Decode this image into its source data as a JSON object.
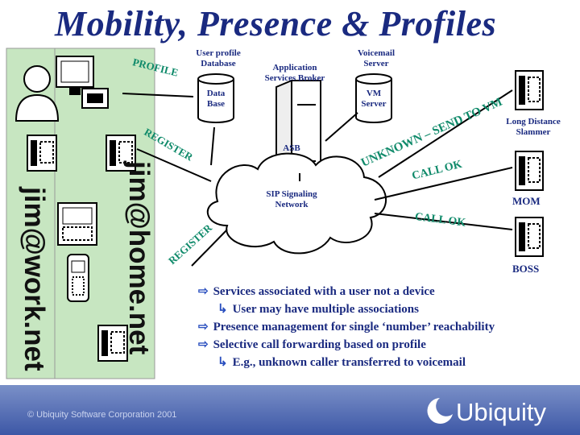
{
  "title": "Mobility, Presence & Profiles",
  "labels": {
    "user_profile_db": "User profile Database",
    "app_services": "Application Services Broker",
    "voicemail_server": "Voicemail Server",
    "data_base": "Data Base",
    "vm_server": "VM Server",
    "asb": "ASB",
    "sip_network": "SIP Signaling Network",
    "long_distance": "Long Distance Slammer",
    "mom": "MOM",
    "boss": "BOSS"
  },
  "annotations": {
    "profile": "PROFILE",
    "register_top": "REGISTER",
    "register_bottom": "REGISTER",
    "unknown_send": "UNKNOWN – SEND TO VM",
    "call_ok_1": "CALL OK",
    "call_ok_2": "CALL OK"
  },
  "addresses": {
    "work": "jim@work.net",
    "home": "jim@home.net"
  },
  "bullets": [
    {
      "level": 1,
      "text": "Services associated with a user not a device"
    },
    {
      "level": 2,
      "text": "User may have multiple associations"
    },
    {
      "level": 1,
      "text": "Presence management for single ‘number’ reachability"
    },
    {
      "level": 1,
      "text": "Selective call forwarding based on profile"
    },
    {
      "level": 2,
      "text": "E.g., unknown caller transferred to voicemail"
    }
  ],
  "footer": {
    "copyright": "© Ubiquity Software Corporation 2001",
    "brand": "Ubiquity"
  },
  "colors": {
    "title": "#1a2a80",
    "annotation": "#0f8a6a",
    "panel": "#c7e6c1",
    "footer": "#4a63b0"
  }
}
